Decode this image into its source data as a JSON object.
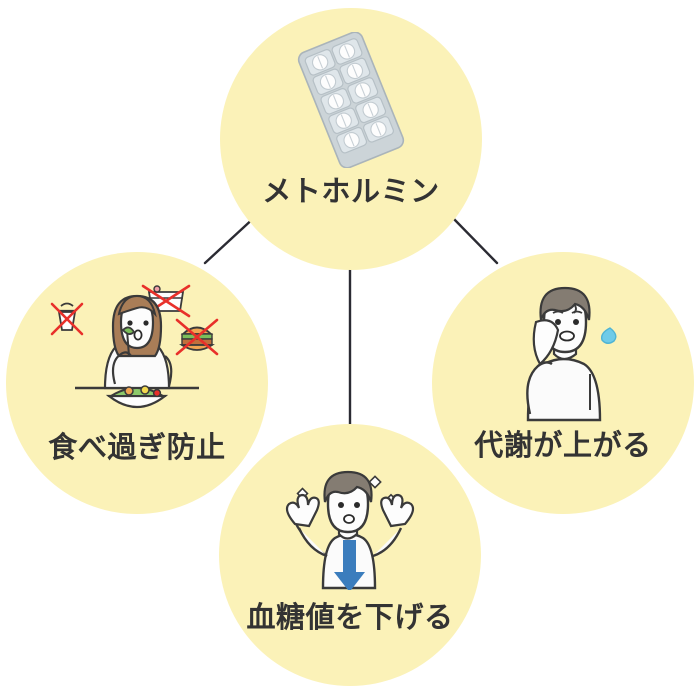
{
  "diagram": {
    "type": "radial-concept-map",
    "background_color": "#ffffff",
    "node_fill_color": "#fbf2b8",
    "label_color": "#333333",
    "connector_color": "#2b2b33",
    "center": {
      "id": "metformin",
      "label": "メトホルミン",
      "icon": "pill-blister-pack-icon"
    },
    "branches": [
      {
        "id": "prevent-overeating",
        "label": "食べ過ぎ防止",
        "icon": "woman-eating-salad-icon",
        "crossed_out_foods": [
          "drink-cup-icon",
          "cake-icon",
          "burger-icon"
        ],
        "cross_color": "#e8302a"
      },
      {
        "id": "lower-blood-sugar",
        "label": "血糖値を下げる",
        "icon": "person-arms-raised-icon",
        "arrow": "down-arrow-icon",
        "arrow_color": "#3b7dbd"
      },
      {
        "id": "metabolism-up",
        "label": "代謝が上がる",
        "icon": "man-wiping-sweat-icon",
        "sweat_drop_color": "#6fcbe8"
      }
    ]
  }
}
